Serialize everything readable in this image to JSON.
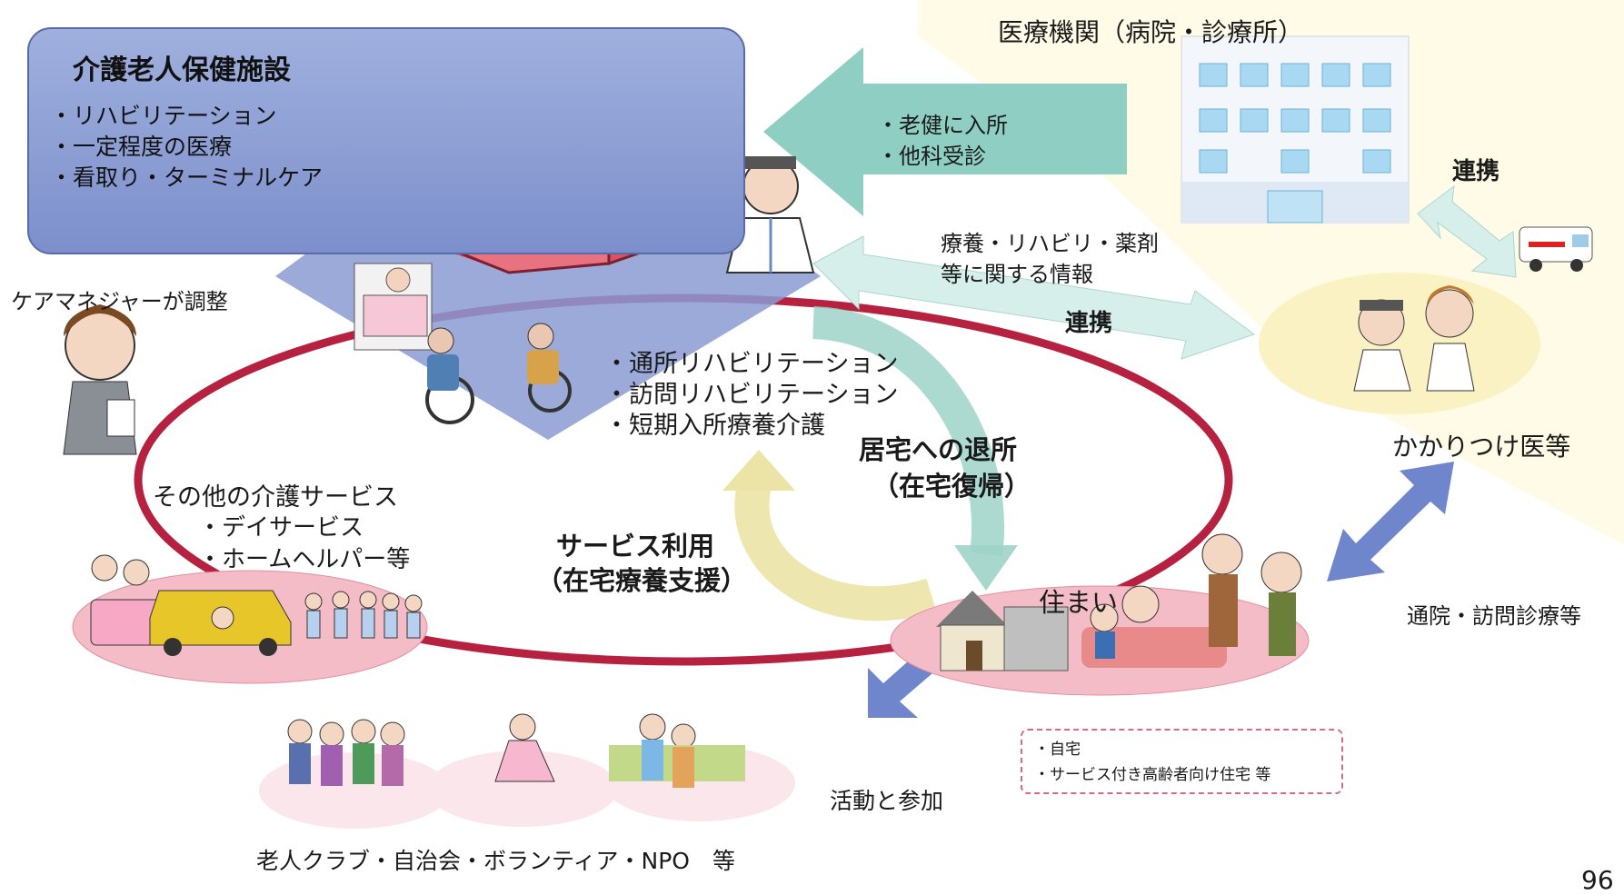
{
  "facility": {
    "title": "介護老人保健施設",
    "items": [
      "・リハビリテーション",
      "・一定程度の医療",
      "・看取り・ターミナルケア"
    ]
  },
  "hospital": {
    "title": "医療機関（病院・診療所）",
    "admission_items": [
      "・老健に入所",
      "・他科受診"
    ]
  },
  "info_label": [
    "療養・リハビリ・薬剤",
    "等に関する情報"
  ],
  "renkei_1": "連携",
  "renkei_2": "連携",
  "care_manager": "ケアマネジャーが調整",
  "rehab_items": [
    "・通所リハビリテーション",
    "・訪問リハビリテーション",
    "・短期入所療養介護"
  ],
  "discharge": [
    "居宅への退所",
    "（在宅復帰）"
  ],
  "service_use": [
    "サービス利用",
    "（在宅療養支援）"
  ],
  "other_services": {
    "title": "その他の介護サービス",
    "items": [
      "・デイサービス",
      "・ホームヘルパー等"
    ]
  },
  "gp": "かかりつけ医等",
  "visit": "通院・訪問診療等",
  "housing": {
    "label": "住まい",
    "items": [
      "・自宅",
      "・サービス付き高齢者向け住宅 等"
    ]
  },
  "activity": "活動と参加",
  "community": "老人クラブ・自治会・ボランティア・NPO　等",
  "page_number": "96",
  "colors": {
    "ring": "#b5213f",
    "facility_fill": "#8b9bd4",
    "building": "#e8727f",
    "arrow_teal": "#8fcfc3",
    "arrow_blue": "#6f86cc",
    "arrow_yellow": "#e8df9f",
    "hospital_bg": "#fffbe6",
    "pink_disc": "#f4bcc6"
  }
}
